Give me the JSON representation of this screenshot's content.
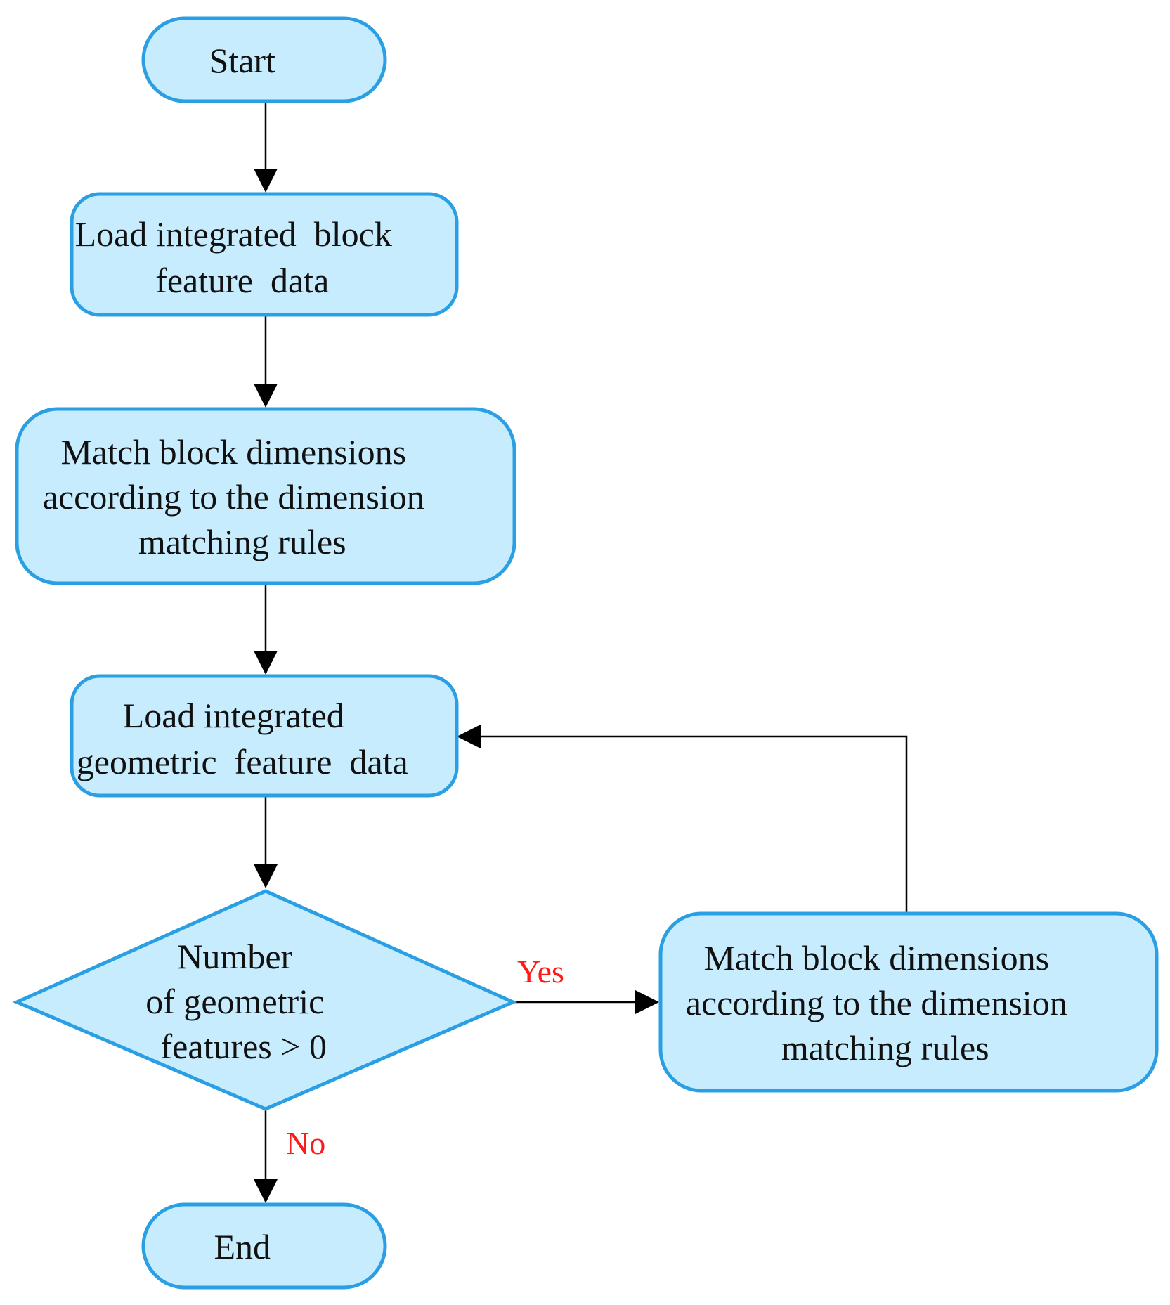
{
  "diagram": {
    "colors": {
      "node_fill": "#c7ecfd",
      "node_stroke": "#2b9fe3",
      "text": "#111111",
      "arrow": "#000000",
      "branch_label": "#ff1a1a"
    },
    "nodes": {
      "start": {
        "kind": "terminal",
        "lines": [
          "Start"
        ]
      },
      "load_block": {
        "kind": "process",
        "lines": [
          "Load integrated  block",
          "feature  data"
        ]
      },
      "match_block_1": {
        "kind": "process",
        "lines": [
          "Match block dimensions",
          "according to the dimension",
          "matching rules"
        ]
      },
      "load_geometric": {
        "kind": "process",
        "lines": [
          "Load integrated",
          "geometric  feature  data"
        ]
      },
      "decision": {
        "kind": "decision",
        "lines": [
          "Number",
          "of geometric",
          "features > 0"
        ]
      },
      "match_block_2": {
        "kind": "process",
        "lines": [
          "Match block dimensions",
          "according to the dimension",
          "matching rules"
        ]
      },
      "end": {
        "kind": "terminal",
        "lines": [
          "End"
        ]
      }
    },
    "edges": [
      {
        "from": "start",
        "to": "load_block",
        "label": ""
      },
      {
        "from": "load_block",
        "to": "match_block_1",
        "label": ""
      },
      {
        "from": "match_block_1",
        "to": "load_geometric",
        "label": ""
      },
      {
        "from": "load_geometric",
        "to": "decision",
        "label": ""
      },
      {
        "from": "decision",
        "to": "match_block_2",
        "label": "Yes"
      },
      {
        "from": "match_block_2",
        "to": "load_geometric",
        "label": ""
      },
      {
        "from": "decision",
        "to": "end",
        "label": "No"
      }
    ]
  }
}
